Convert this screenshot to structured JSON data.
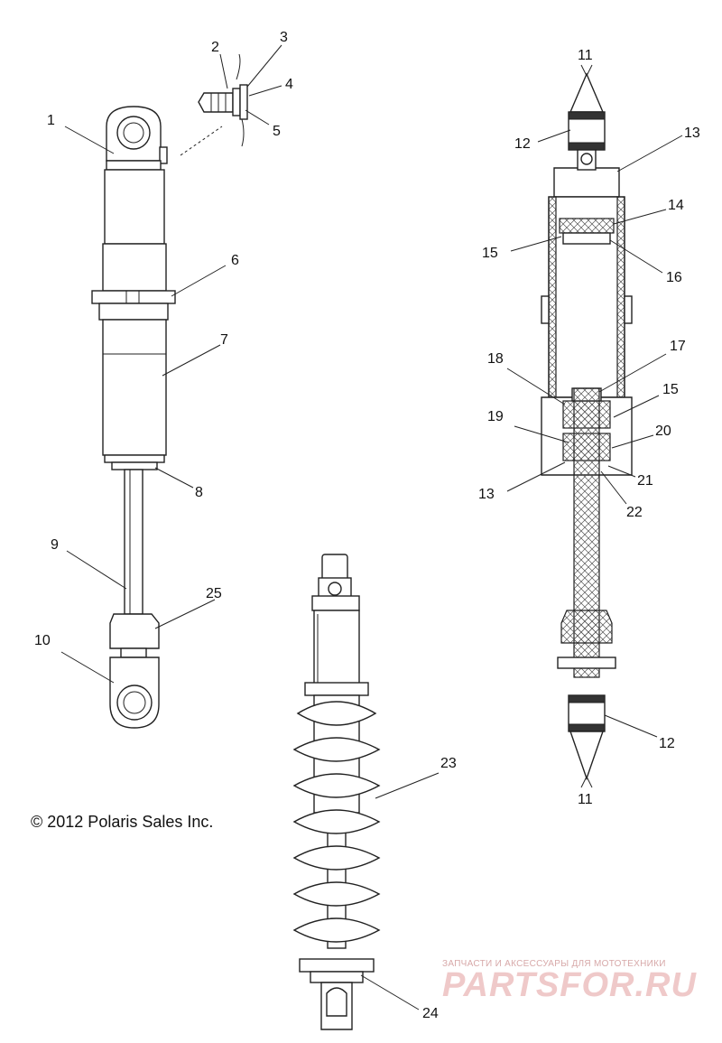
{
  "callouts": {
    "c1": "1",
    "c2": "2",
    "c3": "3",
    "c4": "4",
    "c5": "5",
    "c6": "6",
    "c7": "7",
    "c8": "8",
    "c9": "9",
    "c10": "10",
    "c25": "25",
    "c11_top": "11",
    "c12_top": "12",
    "c13_top": "13",
    "c14": "14",
    "c15_top": "15",
    "c16": "16",
    "c17": "17",
    "c18": "18",
    "c15_mid": "15",
    "c19": "19",
    "c20": "20",
    "c21": "21",
    "c13_bot": "13",
    "c22": "22",
    "c12_bot": "12",
    "c11_bot": "11",
    "c23": "23",
    "c24": "24"
  },
  "copyright": "© 2012 Polaris Sales Inc.",
  "watermark": {
    "tagline": "ЗАПЧАСТИ И АКСЕССУАРЫ ДЛЯ МОТОТЕХНИКИ",
    "logo": "PARTSFOR.RU",
    "color": "#efc9c9"
  }
}
